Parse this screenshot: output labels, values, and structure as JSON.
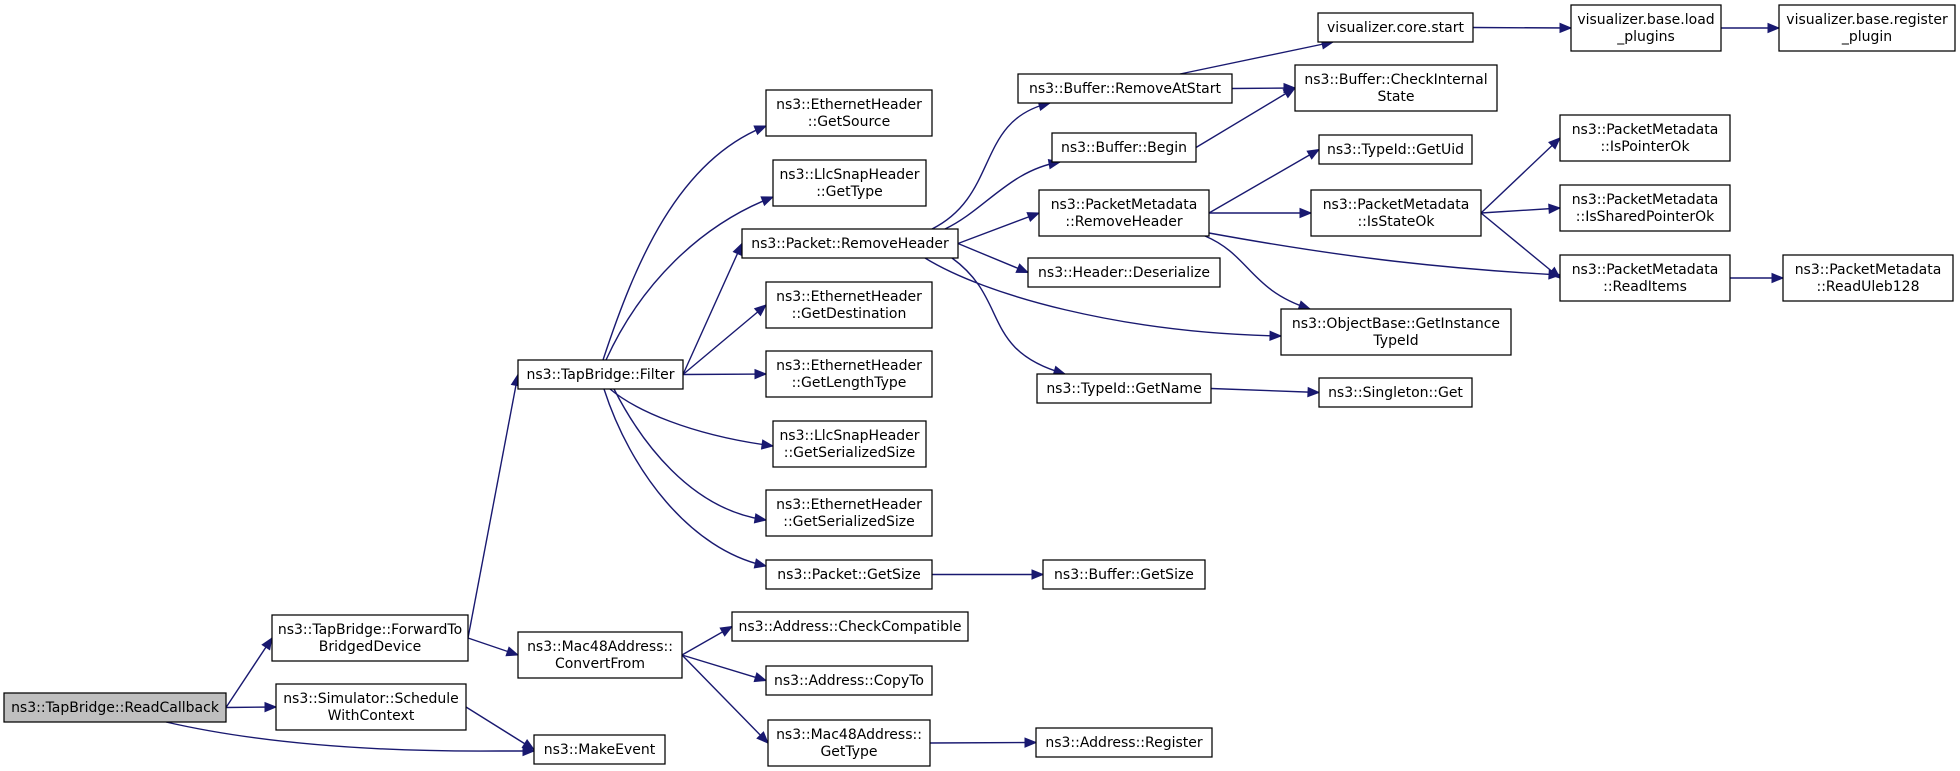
{
  "diagram": {
    "colors": {
      "edge": "#191970",
      "root_fill": "#bfbfbf",
      "node_fill": "#ffffff",
      "node_border": "#000000"
    },
    "nodes": [
      {
        "id": "read_callback",
        "lines": [
          "ns3::TapBridge::ReadCallback"
        ],
        "root": true
      },
      {
        "id": "forward_to_bridged",
        "lines": [
          "ns3::TapBridge::ForwardTo",
          "BridgedDevice"
        ]
      },
      {
        "id": "schedule_with_context",
        "lines": [
          "ns3::Simulator::Schedule",
          "WithContext"
        ]
      },
      {
        "id": "make_event",
        "lines": [
          "ns3::MakeEvent"
        ]
      },
      {
        "id": "tapbridge_filter",
        "lines": [
          "ns3::TapBridge::Filter"
        ]
      },
      {
        "id": "mac48_convert_from",
        "lines": [
          "ns3::Mac48Address::",
          "ConvertFrom"
        ]
      },
      {
        "id": "eth_get_source",
        "lines": [
          "ns3::EthernetHeader",
          "::GetSource"
        ]
      },
      {
        "id": "llc_get_type",
        "lines": [
          "ns3::LlcSnapHeader",
          "::GetType"
        ]
      },
      {
        "id": "packet_remove_header",
        "lines": [
          "ns3::Packet::RemoveHeader"
        ]
      },
      {
        "id": "eth_get_destination",
        "lines": [
          "ns3::EthernetHeader",
          "::GetDestination"
        ]
      },
      {
        "id": "eth_get_length_type",
        "lines": [
          "ns3::EthernetHeader",
          "::GetLengthType"
        ]
      },
      {
        "id": "llc_get_serialized_size",
        "lines": [
          "ns3::LlcSnapHeader",
          "::GetSerializedSize"
        ]
      },
      {
        "id": "eth_get_serialized_size",
        "lines": [
          "ns3::EthernetHeader",
          "::GetSerializedSize"
        ]
      },
      {
        "id": "packet_get_size",
        "lines": [
          "ns3::Packet::GetSize"
        ]
      },
      {
        "id": "buffer_get_size",
        "lines": [
          "ns3::Buffer::GetSize"
        ]
      },
      {
        "id": "address_check_compatible",
        "lines": [
          "ns3::Address::CheckCompatible"
        ]
      },
      {
        "id": "address_copy_to",
        "lines": [
          "ns3::Address::CopyTo"
        ]
      },
      {
        "id": "mac48_get_type",
        "lines": [
          "ns3::Mac48Address::",
          "GetType"
        ]
      },
      {
        "id": "address_register",
        "lines": [
          "ns3::Address::Register"
        ]
      },
      {
        "id": "buffer_remove_at_start",
        "lines": [
          "ns3::Buffer::RemoveAtStart"
        ]
      },
      {
        "id": "buffer_begin",
        "lines": [
          "ns3::Buffer::Begin"
        ]
      },
      {
        "id": "pm_remove_header",
        "lines": [
          "ns3::PacketMetadata",
          "::RemoveHeader"
        ]
      },
      {
        "id": "header_deserialize",
        "lines": [
          "ns3::Header::Deserialize"
        ]
      },
      {
        "id": "typeid_get_name",
        "lines": [
          "ns3::TypeId::GetName"
        ]
      },
      {
        "id": "visualizer_core_start",
        "lines": [
          "visualizer.core.start"
        ]
      },
      {
        "id": "buffer_check_internal_state",
        "lines": [
          "ns3::Buffer::CheckInternal",
          "State"
        ]
      },
      {
        "id": "typeid_get_uid",
        "lines": [
          "ns3::TypeId::GetUid"
        ]
      },
      {
        "id": "pm_is_state_ok",
        "lines": [
          "ns3::PacketMetadata",
          "::IsStateOk"
        ]
      },
      {
        "id": "objectbase_get_instance_typeid",
        "lines": [
          "ns3::ObjectBase::GetInstance",
          "TypeId"
        ]
      },
      {
        "id": "singleton_get",
        "lines": [
          "ns3::Singleton::Get"
        ]
      },
      {
        "id": "visualizer_load_plugins",
        "lines": [
          "visualizer.base.load",
          "_plugins"
        ]
      },
      {
        "id": "visualizer_register_plugin",
        "lines": [
          "visualizer.base.register",
          "_plugin"
        ]
      },
      {
        "id": "pm_is_pointer_ok",
        "lines": [
          "ns3::PacketMetadata",
          "::IsPointerOk"
        ]
      },
      {
        "id": "pm_is_shared_pointer_ok",
        "lines": [
          "ns3::PacketMetadata",
          "::IsSharedPointerOk"
        ]
      },
      {
        "id": "pm_read_items",
        "lines": [
          "ns3::PacketMetadata",
          "::ReadItems"
        ]
      },
      {
        "id": "pm_read_uleb128",
        "lines": [
          "ns3::PacketMetadata",
          "::ReadUleb128"
        ]
      }
    ],
    "edges": [
      [
        "read_callback",
        "forward_to_bridged"
      ],
      [
        "read_callback",
        "schedule_with_context"
      ],
      [
        "read_callback",
        "make_event"
      ],
      [
        "schedule_with_context",
        "make_event"
      ],
      [
        "forward_to_bridged",
        "tapbridge_filter"
      ],
      [
        "forward_to_bridged",
        "mac48_convert_from"
      ],
      [
        "tapbridge_filter",
        "eth_get_source"
      ],
      [
        "tapbridge_filter",
        "llc_get_type"
      ],
      [
        "tapbridge_filter",
        "packet_remove_header"
      ],
      [
        "tapbridge_filter",
        "eth_get_destination"
      ],
      [
        "tapbridge_filter",
        "eth_get_length_type"
      ],
      [
        "tapbridge_filter",
        "llc_get_serialized_size"
      ],
      [
        "tapbridge_filter",
        "eth_get_serialized_size"
      ],
      [
        "tapbridge_filter",
        "packet_get_size"
      ],
      [
        "packet_get_size",
        "buffer_get_size"
      ],
      [
        "mac48_convert_from",
        "address_check_compatible"
      ],
      [
        "mac48_convert_from",
        "address_copy_to"
      ],
      [
        "mac48_convert_from",
        "mac48_get_type"
      ],
      [
        "mac48_get_type",
        "address_register"
      ],
      [
        "packet_remove_header",
        "buffer_remove_at_start"
      ],
      [
        "packet_remove_header",
        "buffer_begin"
      ],
      [
        "packet_remove_header",
        "pm_remove_header"
      ],
      [
        "packet_remove_header",
        "header_deserialize"
      ],
      [
        "packet_remove_header",
        "objectbase_get_instance_typeid"
      ],
      [
        "packet_remove_header",
        "typeid_get_name"
      ],
      [
        "buffer_remove_at_start",
        "visualizer_core_start"
      ],
      [
        "buffer_remove_at_start",
        "buffer_check_internal_state"
      ],
      [
        "buffer_begin",
        "buffer_check_internal_state"
      ],
      [
        "visualizer_core_start",
        "visualizer_load_plugins"
      ],
      [
        "visualizer_load_plugins",
        "visualizer_register_plugin"
      ],
      [
        "pm_remove_header",
        "typeid_get_uid"
      ],
      [
        "pm_remove_header",
        "pm_is_state_ok"
      ],
      [
        "pm_remove_header",
        "pm_read_items"
      ],
      [
        "pm_remove_header",
        "objectbase_get_instance_typeid"
      ],
      [
        "pm_is_state_ok",
        "pm_is_pointer_ok"
      ],
      [
        "pm_is_state_ok",
        "pm_is_shared_pointer_ok"
      ],
      [
        "pm_is_state_ok",
        "pm_read_items"
      ],
      [
        "pm_read_items",
        "pm_read_uleb128"
      ],
      [
        "typeid_get_name",
        "singleton_get"
      ]
    ]
  }
}
